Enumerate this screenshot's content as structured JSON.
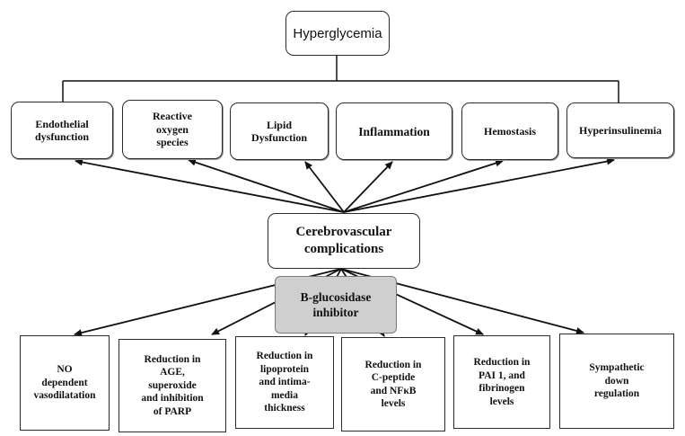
{
  "root": {
    "label": "Hyperglycemia"
  },
  "mechanisms": [
    {
      "id": "endothelial",
      "label": "Endothelial\ndysfunction"
    },
    {
      "id": "ros",
      "label": "Reactive\noxygen\nspecies"
    },
    {
      "id": "lipid",
      "label": "Lipid\nDysfunction"
    },
    {
      "id": "inflammation",
      "label": "Inflammation"
    },
    {
      "id": "hemostasis",
      "label": "Hemostasis"
    },
    {
      "id": "hyperinsulinemia",
      "label": "Hyperinsulinemia"
    }
  ],
  "center": {
    "label": "Cerebrovascular\ncomplications"
  },
  "inhibitor": {
    "label": "B-glucosidase\ninhibitor"
  },
  "effects": [
    {
      "id": "no",
      "label": "NO\ndependent\nvasodilatation"
    },
    {
      "id": "age",
      "label": "Reduction in\nAGE,\nsuperoxide\nand inhibition\nof PARP"
    },
    {
      "id": "lipoprotein",
      "label": "Reduction in\nlipoprotein\nand intima-\nmedia\nthickness"
    },
    {
      "id": "cpeptide",
      "label": "Reduction in\nC-peptide\nand NFκB\nlevels"
    },
    {
      "id": "pai",
      "label": "Reduction in\nPAI 1, and\nfibrinogen\nlevels"
    },
    {
      "id": "sympathetic",
      "label": "Sympathetic\ndown\nregulation"
    }
  ],
  "colors": {
    "line": "#111111",
    "inhibitor_fill": "#cfcfcf"
  }
}
